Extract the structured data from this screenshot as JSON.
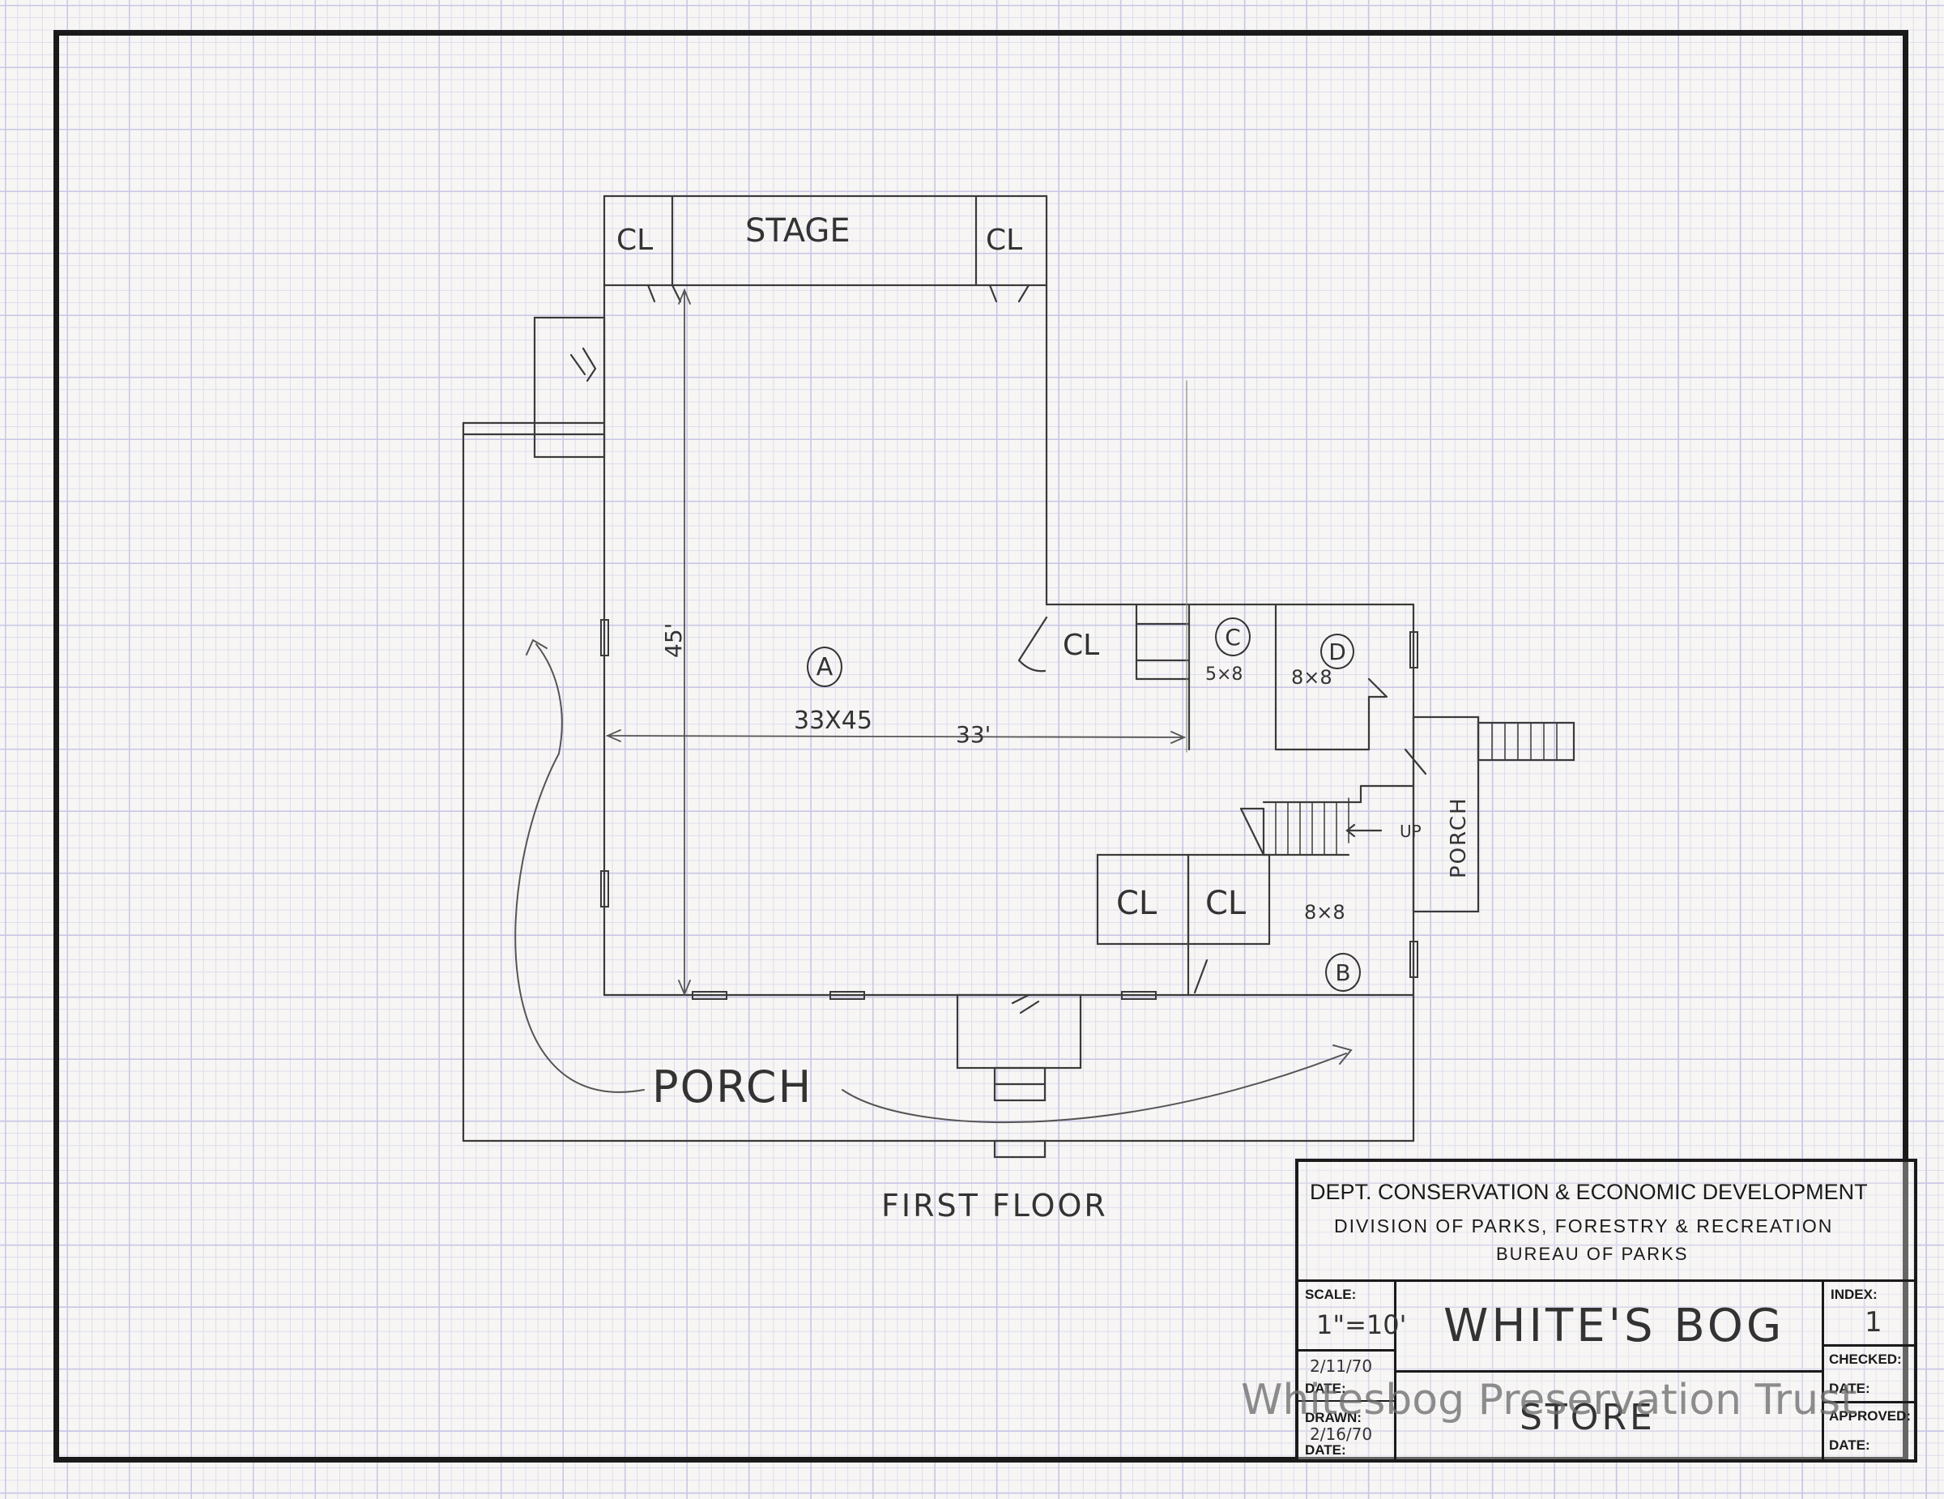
{
  "plan": {
    "stage": "STAGE",
    "closet": "CL",
    "room_a": "A",
    "room_a_size": "33X45",
    "dim_vertical": "45'",
    "dim_horizontal": "33'",
    "room_b": "B",
    "room_b_size": "8×8",
    "room_c": "C",
    "room_c_size": "5×8",
    "room_d": "D",
    "room_d_size": "8×8",
    "stair_up": "UP",
    "side_porch": "PORCH",
    "front_porch": "PORCH",
    "floor_title": "FIRST FLOOR"
  },
  "title_block": {
    "dept": "DEPT. CONSERVATION & ECONOMIC DEVELOPMENT",
    "division": "DIVISION OF PARKS, FORESTRY & RECREATION",
    "bureau": "BUREAU OF PARKS",
    "scale_label": "SCALE:",
    "scale_value": "1\"=10'",
    "project": "WHITE'S BOG",
    "index_label": "INDEX:",
    "index_value": "1",
    "date1_value": "2/11/70",
    "date_label": "DATE:",
    "drawn_label": "DRAWN:",
    "date2_value": "2/16/70",
    "checked_label": "CHECKED:",
    "approved_label": "APPROVED:",
    "building": "STORE"
  },
  "watermark": "Whitesbog Preservation Trust"
}
